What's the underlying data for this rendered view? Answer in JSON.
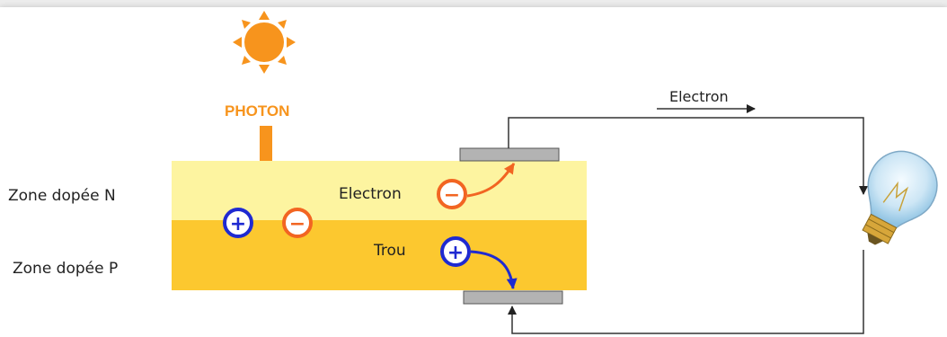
{
  "diagram": {
    "photon_label": "PHOTON",
    "zone_n_label": "Zone dopée N",
    "zone_p_label": "Zone dopée P",
    "electron_label": "Electron",
    "hole_label": "Trou",
    "circuit_label": "Electron",
    "plus_symbol": "+",
    "minus_symbol": "−"
  },
  "colors": {
    "sun": "#f7941d",
    "photon": "#f7941d",
    "zone_n": "#fdf4a0",
    "zone_p": "#fcc82f",
    "electron": "#f26522",
    "hole": "#1f2ad1",
    "electrode": "#b3b3b3",
    "wire": "#333333"
  }
}
